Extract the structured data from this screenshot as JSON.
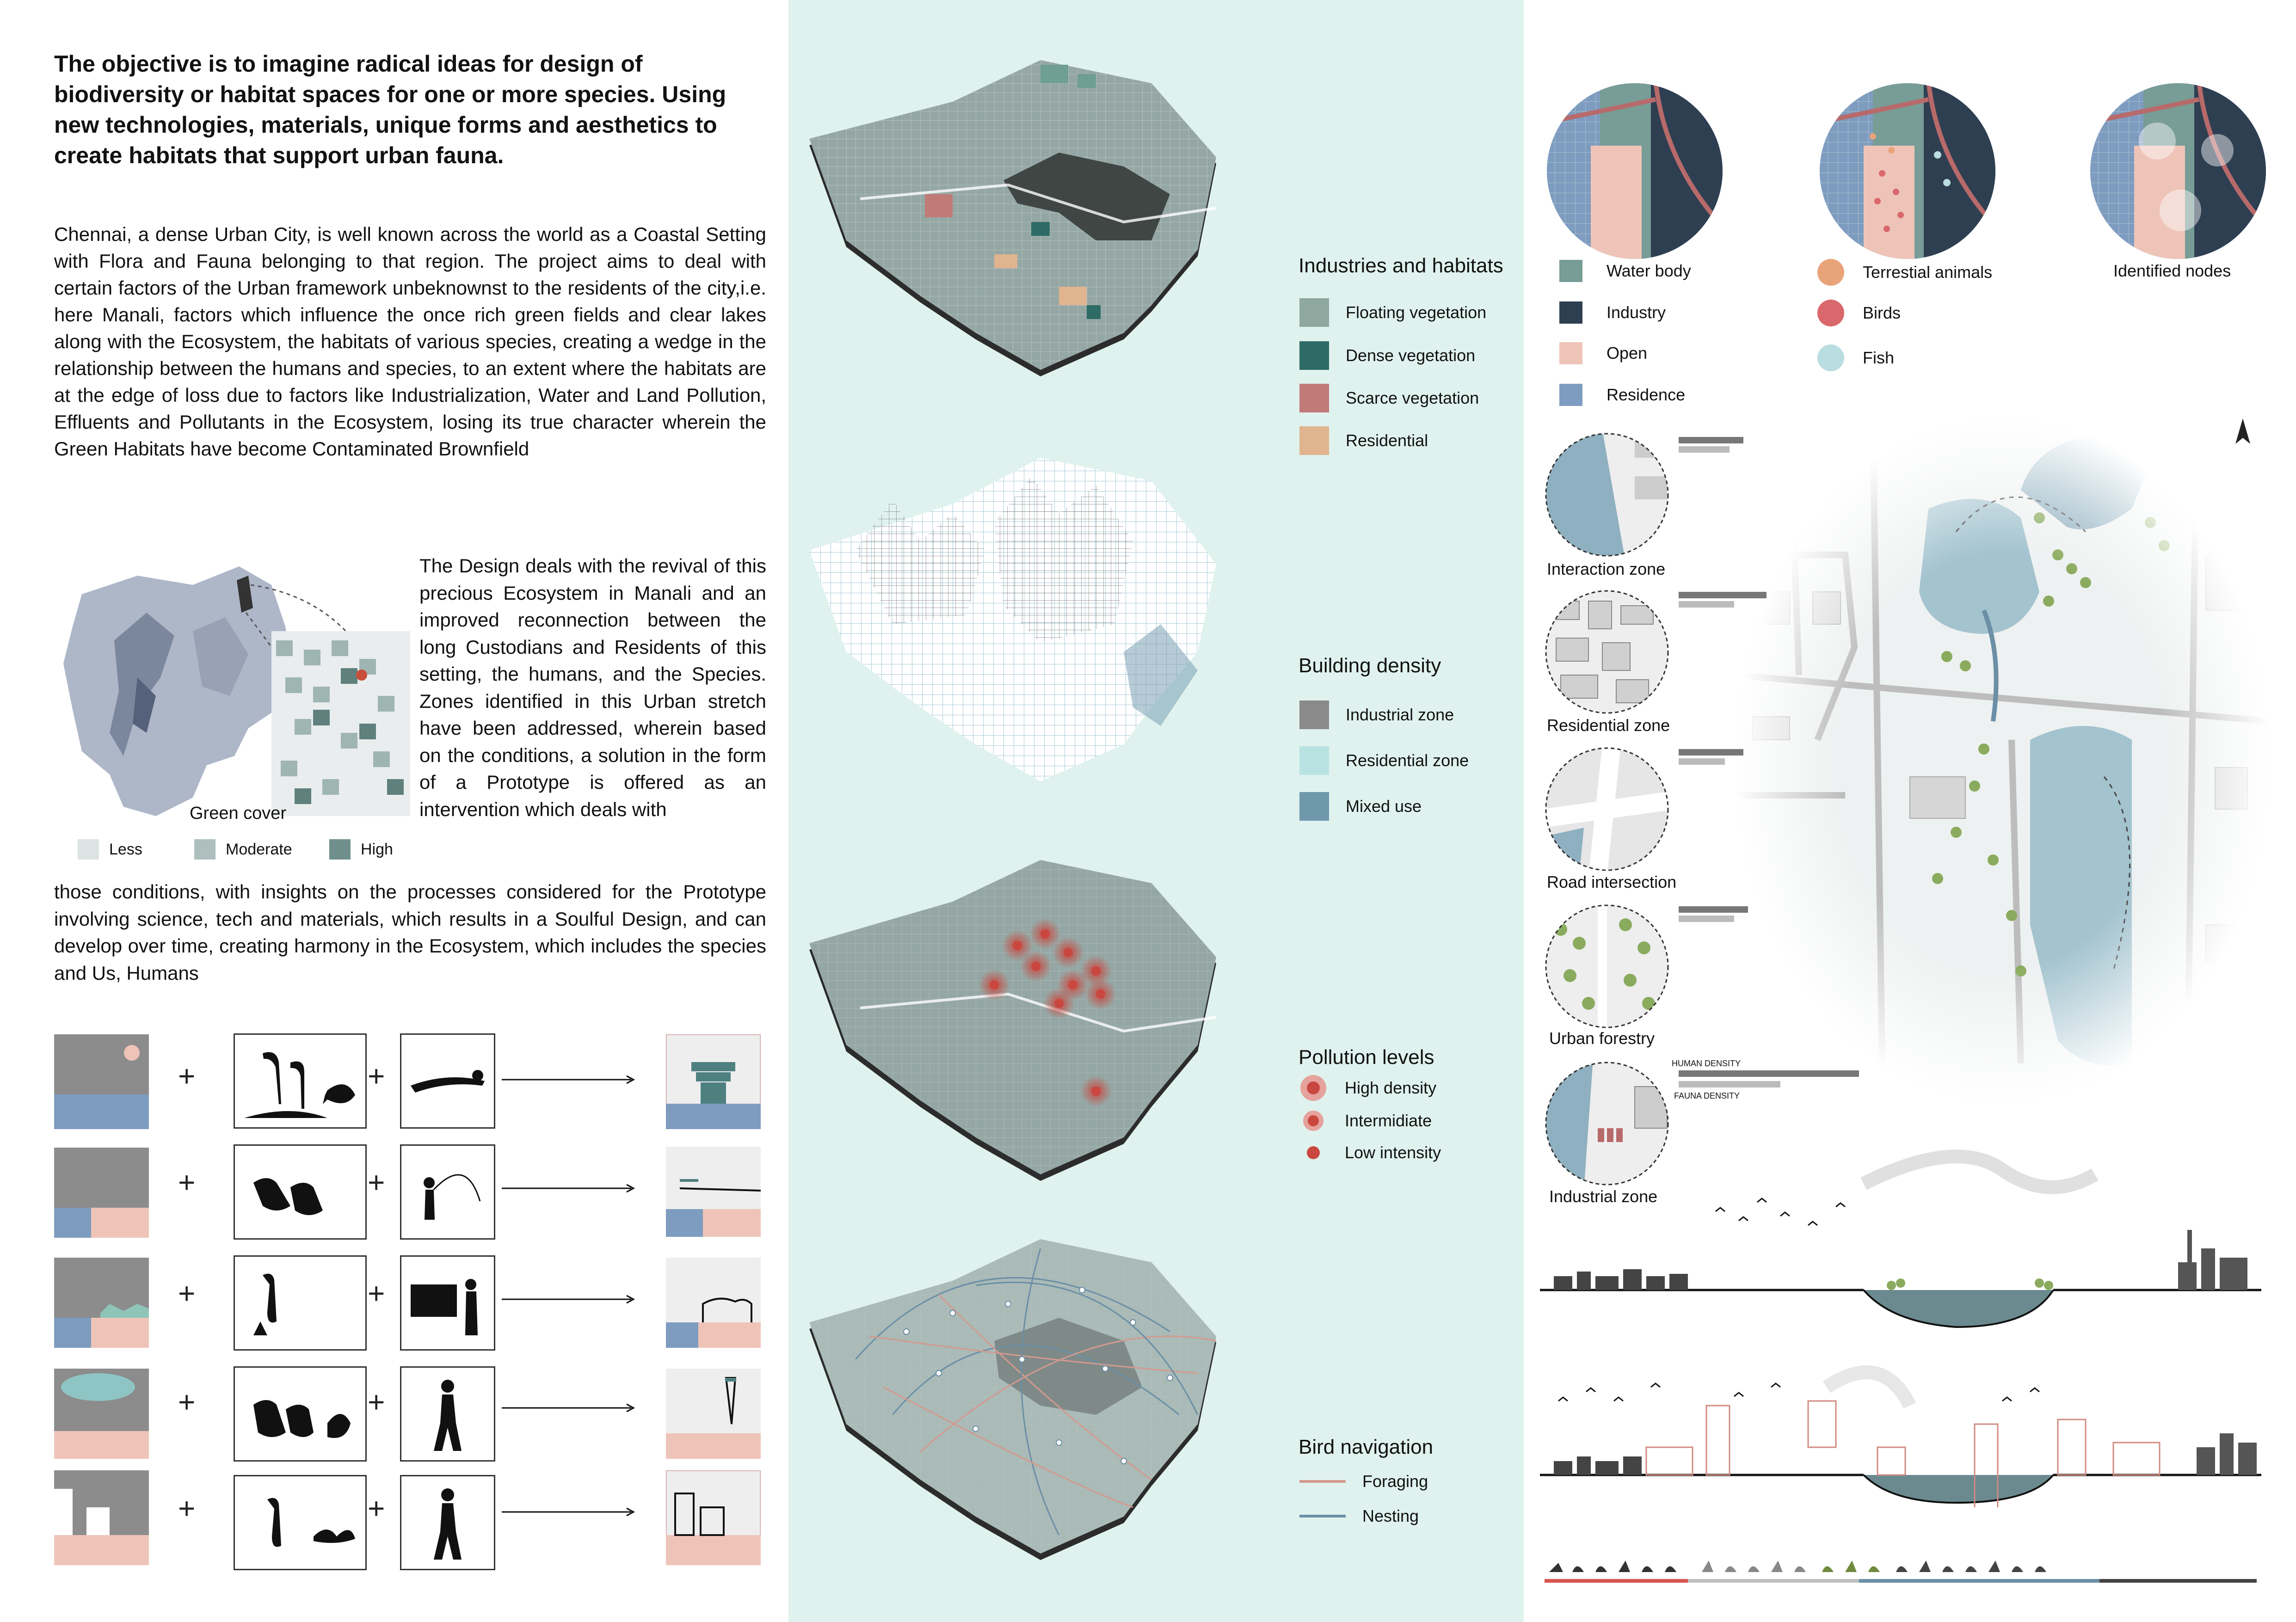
{
  "objective": "The objective is to  imagine radical ideas for design of biodiversity or habitat spaces for one or more species. Using new technologies, materials, unique forms and aesthetics to create habitats that support urban fauna.",
  "intro": "Chennai, a dense Urban City, is well known across the world as a Coastal Setting with Flora and Fauna belonging to that region. The project aims to deal with certain factors of the Urban framework unbeknownst to the residents of the city,i.e. here Manali, factors which influence the once rich green fields and clear lakes along with the Ecosystem, the habitats of various species, creating a wedge in the relationship between the humans and species, to an extent where the habitats are at the edge of loss due to factors like Industrialization, Water and Land Pollution, Effluents and Pollutants in the Ecosystem, losing its true character wherein the Green Habitats have become Contaminated Brownfield",
  "design_text": "The Design deals with the revival of this precious Ecosystem in Manali and an improved reconnection between the long Custodians and Residents of this setting, the humans, and the Species. Zones identified in this Urban stretch have been addressed, wherein based on the conditions, a solution in the form of a Prototype is offered as an intervention which deals with",
  "design_text_cont": "those conditions, with insights on the processes considered for the Prototype involving science, tech and materials, which results in a Soulful Design, and can develop over time, creating harmony in the Ecosystem, which includes the species and Us, Humans",
  "green_cover": {
    "title": "Green cover",
    "legend": [
      {
        "label": "Less",
        "color": "#dde3e2"
      },
      {
        "label": "Moderate",
        "color": "#aebfbd"
      },
      {
        "label": "High",
        "color": "#6f8f8c"
      }
    ]
  },
  "prototype_rows": {
    "plus": "+",
    "rows": [
      {
        "species_icons": "flamingo-fish",
        "human_icon": "swimmer"
      },
      {
        "species_icons": "pelicans",
        "human_icon": "fisherman"
      },
      {
        "species_icons": "heron",
        "human_icon": "worker"
      },
      {
        "species_icons": "pelicans-squirrel",
        "human_icon": "walker"
      },
      {
        "species_icons": "heron-butterfly",
        "human_icon": "walker"
      }
    ]
  },
  "maps": {
    "industries": {
      "title": "Industries and habitats",
      "items": [
        {
          "label": "Floating vegetation",
          "color": "#8fa89f"
        },
        {
          "label": "Dense vegetation",
          "color": "#2e6b66"
        },
        {
          "label": "Scarce vegetation",
          "color": "#c07a78"
        },
        {
          "label": "Residential",
          "color": "#e0b48f"
        }
      ]
    },
    "building": {
      "title": "Building density",
      "items": [
        {
          "label": "Industrial zone",
          "color": "#8a8a8a"
        },
        {
          "label": "Residential zone",
          "color": "#b9e3e3"
        },
        {
          "label": "Mixed use",
          "color": "#6f98ad"
        }
      ]
    },
    "pollution": {
      "title": "Pollution levels",
      "items": [
        {
          "label": "High density",
          "color": "#c9473f"
        },
        {
          "label": "Intermidiate",
          "color": "#c9473f"
        },
        {
          "label": "Low intensity",
          "color": "#c9473f"
        }
      ]
    },
    "bird": {
      "title": "Bird navigation",
      "items": [
        {
          "label": "Foraging",
          "color": "#d49a8e"
        },
        {
          "label": "Nesting",
          "color": "#6b8fa6"
        }
      ]
    }
  },
  "node_legend": {
    "squares": [
      {
        "label": "Water body",
        "color": "#789c96"
      },
      {
        "label": "Industry",
        "color": "#2f3f52"
      },
      {
        "label": "Open",
        "color": "#efc4b8"
      },
      {
        "label": "Residence",
        "color": "#7e9cbf"
      }
    ],
    "dots": [
      {
        "label": "Terrestial animals",
        "color": "#e9a379"
      },
      {
        "label": "Birds",
        "color": "#d9676b"
      },
      {
        "label": "Fish",
        "color": "#b9dde0"
      }
    ],
    "identified": "Identified nodes"
  },
  "zones": [
    {
      "label": "Interaction zone"
    },
    {
      "label": "Residential zone"
    },
    {
      "label": "Road intersection"
    },
    {
      "label": "Urban forestry"
    },
    {
      "label": "Industrial zone"
    }
  ],
  "density_labels": {
    "human": "HUMAN DENSITY",
    "fauna": "FAUNA DENSITY"
  },
  "north_arrow": "north-arrow-icon"
}
